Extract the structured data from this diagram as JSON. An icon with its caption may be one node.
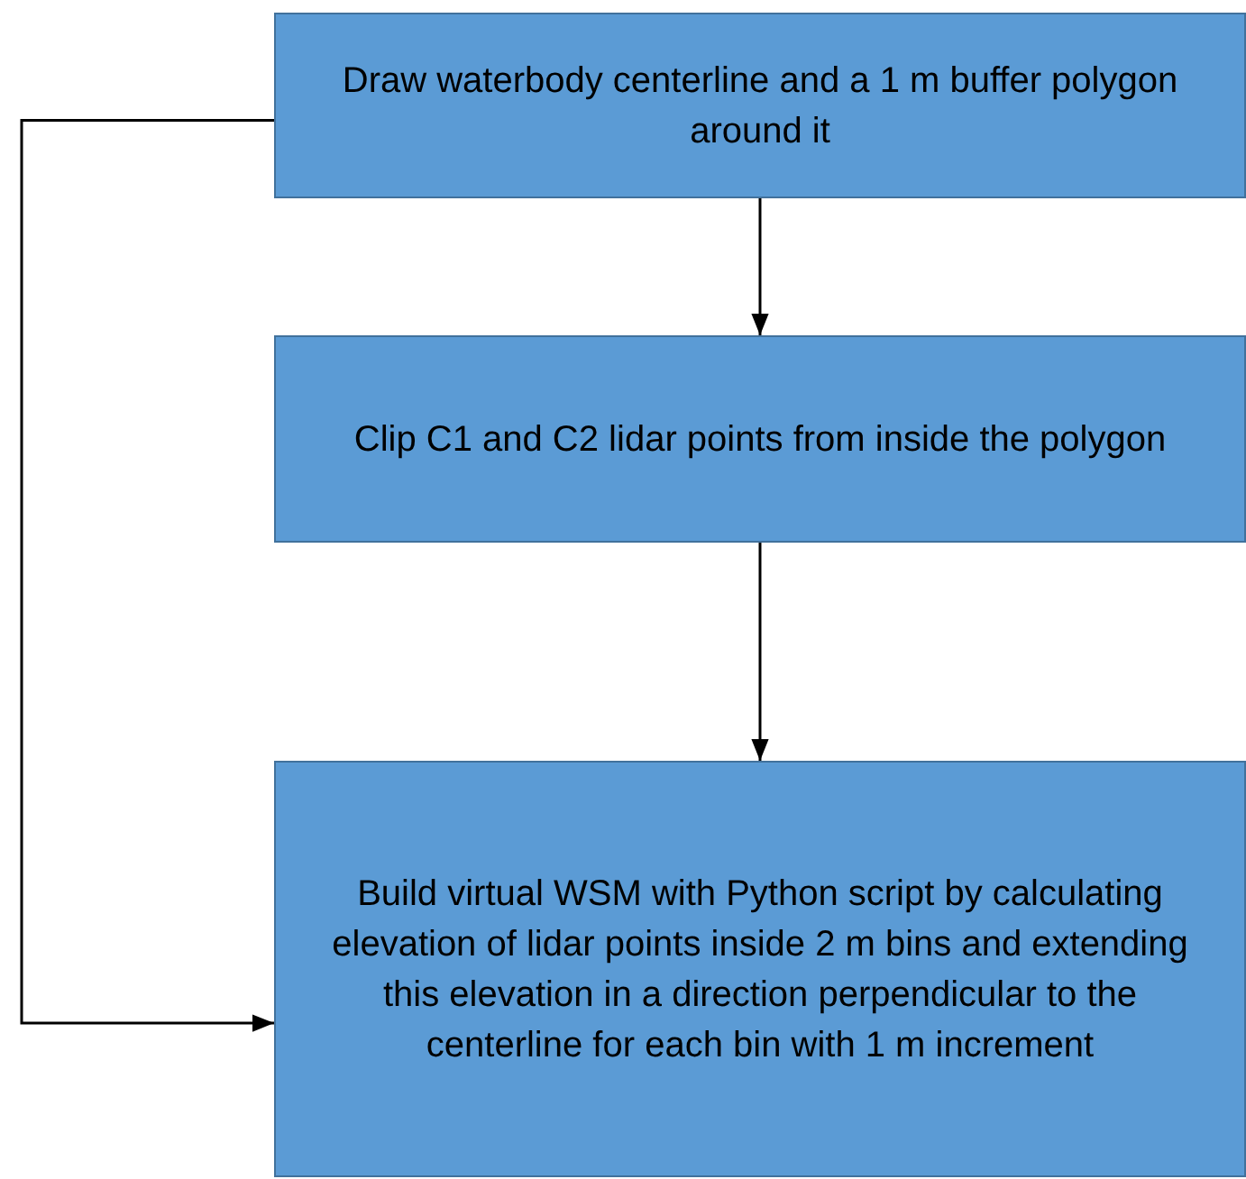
{
  "diagram": {
    "nodes": [
      {
        "text": [
          "Draw waterbody centerline and a 1 m buffer polygon around it"
        ]
      },
      {
        "text": [
          "Clip C1 and C2 lidar points from inside the polygon"
        ]
      },
      {
        "text": [
          "Build virtual WSM with Python script by calculating elevation of lidar points inside 2 m bins and extending this elevation in a direction perpendicular to the centerline for each bin with 1 m increment"
        ]
      }
    ],
    "edges": [
      {
        "from": 0,
        "to": 1,
        "arrow": "to"
      },
      {
        "from": 1,
        "to": 2,
        "arrow": "to"
      },
      {
        "from": 0,
        "to": 2,
        "arrow": "to"
      }
    ]
  }
}
